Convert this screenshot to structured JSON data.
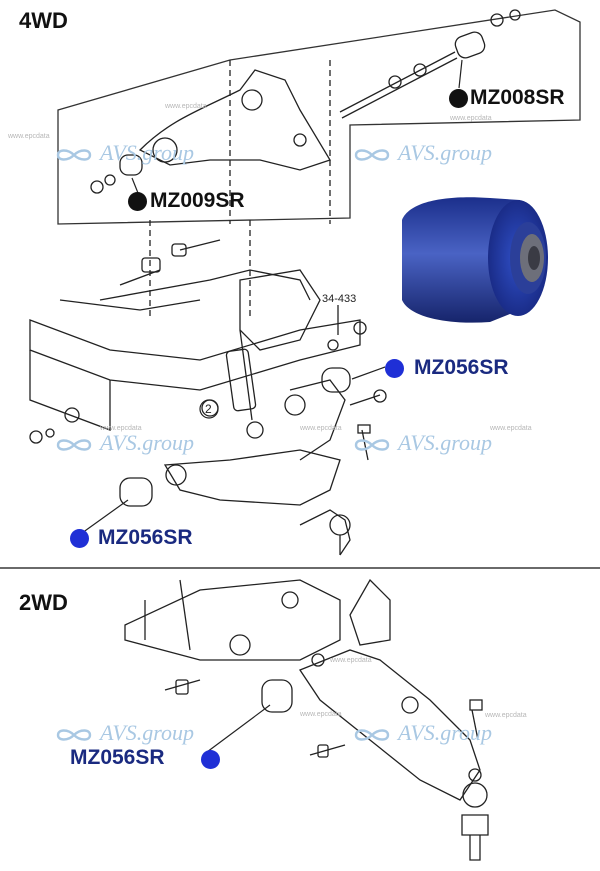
{
  "sections": {
    "top_title": "4WD",
    "bottom_title": "2WD"
  },
  "part_labels": {
    "mz008sr": "MZ008SR",
    "mz009sr": "MZ009SR",
    "mz056sr_right": "MZ056SR",
    "mz056sr_left": "MZ056SR",
    "mz056sr_2wd": "MZ056SR"
  },
  "reference_labels": {
    "ref_34_433": "34-433",
    "callout_2": "2"
  },
  "watermarks": {
    "brand": "AVS.group",
    "source": "www.epcdata"
  },
  "colors": {
    "black_dot": "#111111",
    "blue_dot": "#1f2fd6",
    "blue_label": "#1a2a80",
    "watermark": "#a9c8e3",
    "bushing_blue": "#2741a8"
  }
}
